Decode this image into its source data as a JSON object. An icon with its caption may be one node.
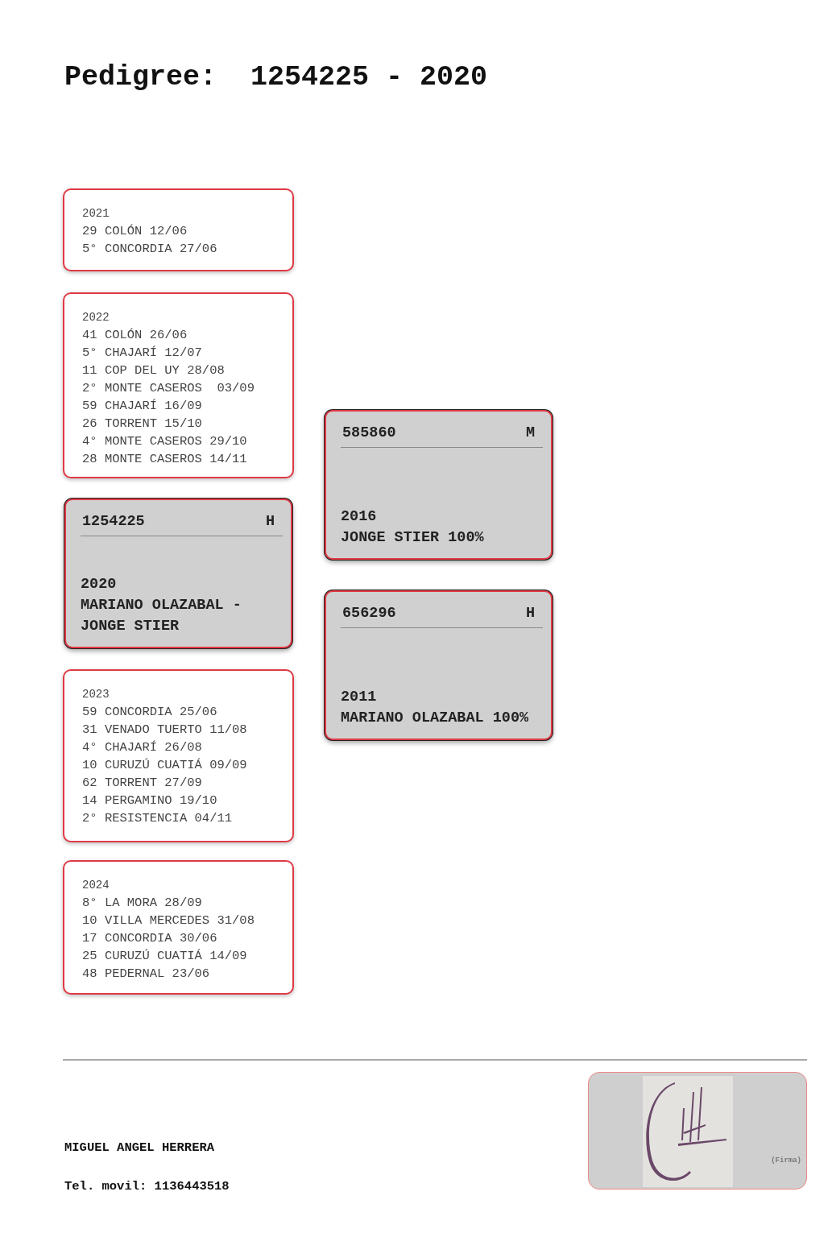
{
  "diagram": {
    "title": "Pedigree:  1254225 - 2020",
    "nodes": [
      {
        "text": [
          "2021",
          "29 COLÓN 12/06",
          "5° CONCORDIA 27/06"
        ]
      },
      {
        "text": [
          "2022",
          "41 COLÓN 26/06",
          "5° CHAJARÍ 12/07",
          "11 COP DEL UY 28/08",
          "2° MONTE CASEROS  03/09",
          "59 CHAJARÍ 16/09",
          "26 TORRENT 15/10",
          "4° MONTE CASEROS 29/10",
          "28 MONTE CASEROS 14/11"
        ]
      },
      {
        "text": [
          "1254225",
          "H",
          "2020",
          "MARIANO OLAZABAL - JONGE STIER"
        ]
      },
      {
        "text": [
          "2023",
          "59 CONCORDIA 25/06",
          "31 VENADO TUERTO 11/08",
          "4° CHAJARÍ 26/08",
          "10 CURUZÚ CUATIÁ 09/09",
          "62 TORRENT 27/09",
          "14 PERGAMINO 19/10",
          "2° RESISTENCIA 04/11"
        ]
      },
      {
        "text": [
          "2024",
          "8° LA MORA 28/09",
          "10 VILLA MERCEDES 31/08",
          "17 CONCORDIA 30/06",
          "25 CURUZÚ CUATIÁ 14/09",
          "48 PEDERNAL 23/06"
        ]
      },
      {
        "text": [
          "585860",
          "M",
          "2016",
          "JONGE STIER 100%"
        ]
      },
      {
        "text": [
          "656296",
          "H",
          "2011",
          "MARIANO OLAZABAL 100%"
        ]
      },
      {
        "text": [
          "(Firma)"
        ]
      }
    ],
    "edges": [],
    "labels": [
      "MIGUEL ANGEL HERRERA",
      "Tel. movil: 1136443518"
    ]
  }
}
